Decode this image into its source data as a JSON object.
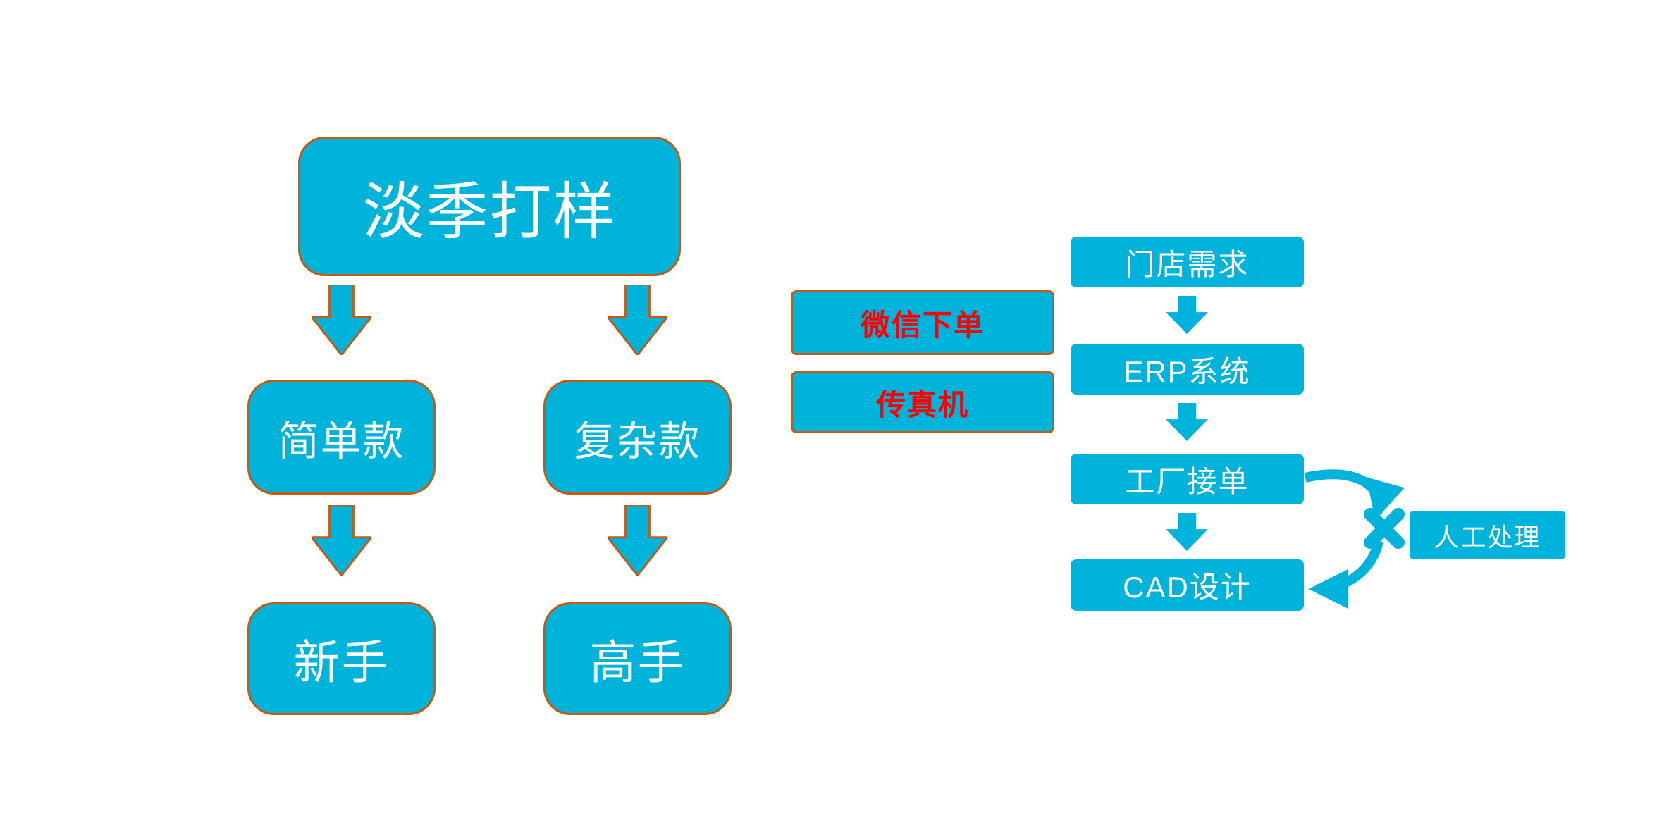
{
  "diagram": {
    "background": "#FFFFFF",
    "colors": {
      "node_fill": "#00B3DB",
      "node_border": "#C55A11",
      "node_text": "#FFFFFF",
      "alert_text": "#FF0000"
    },
    "sampling_flow": {
      "root": "淡季打样",
      "branches": [
        {
          "style": "简单款",
          "assignee": "新手"
        },
        {
          "style": "复杂款",
          "assignee": "高手"
        }
      ]
    },
    "order_channels": [
      "微信下单",
      "传真机"
    ],
    "process_flow": {
      "steps": [
        "门店需求",
        "ERP系统",
        "工厂接单",
        "CAD设计"
      ],
      "manual": "人工处理"
    }
  }
}
